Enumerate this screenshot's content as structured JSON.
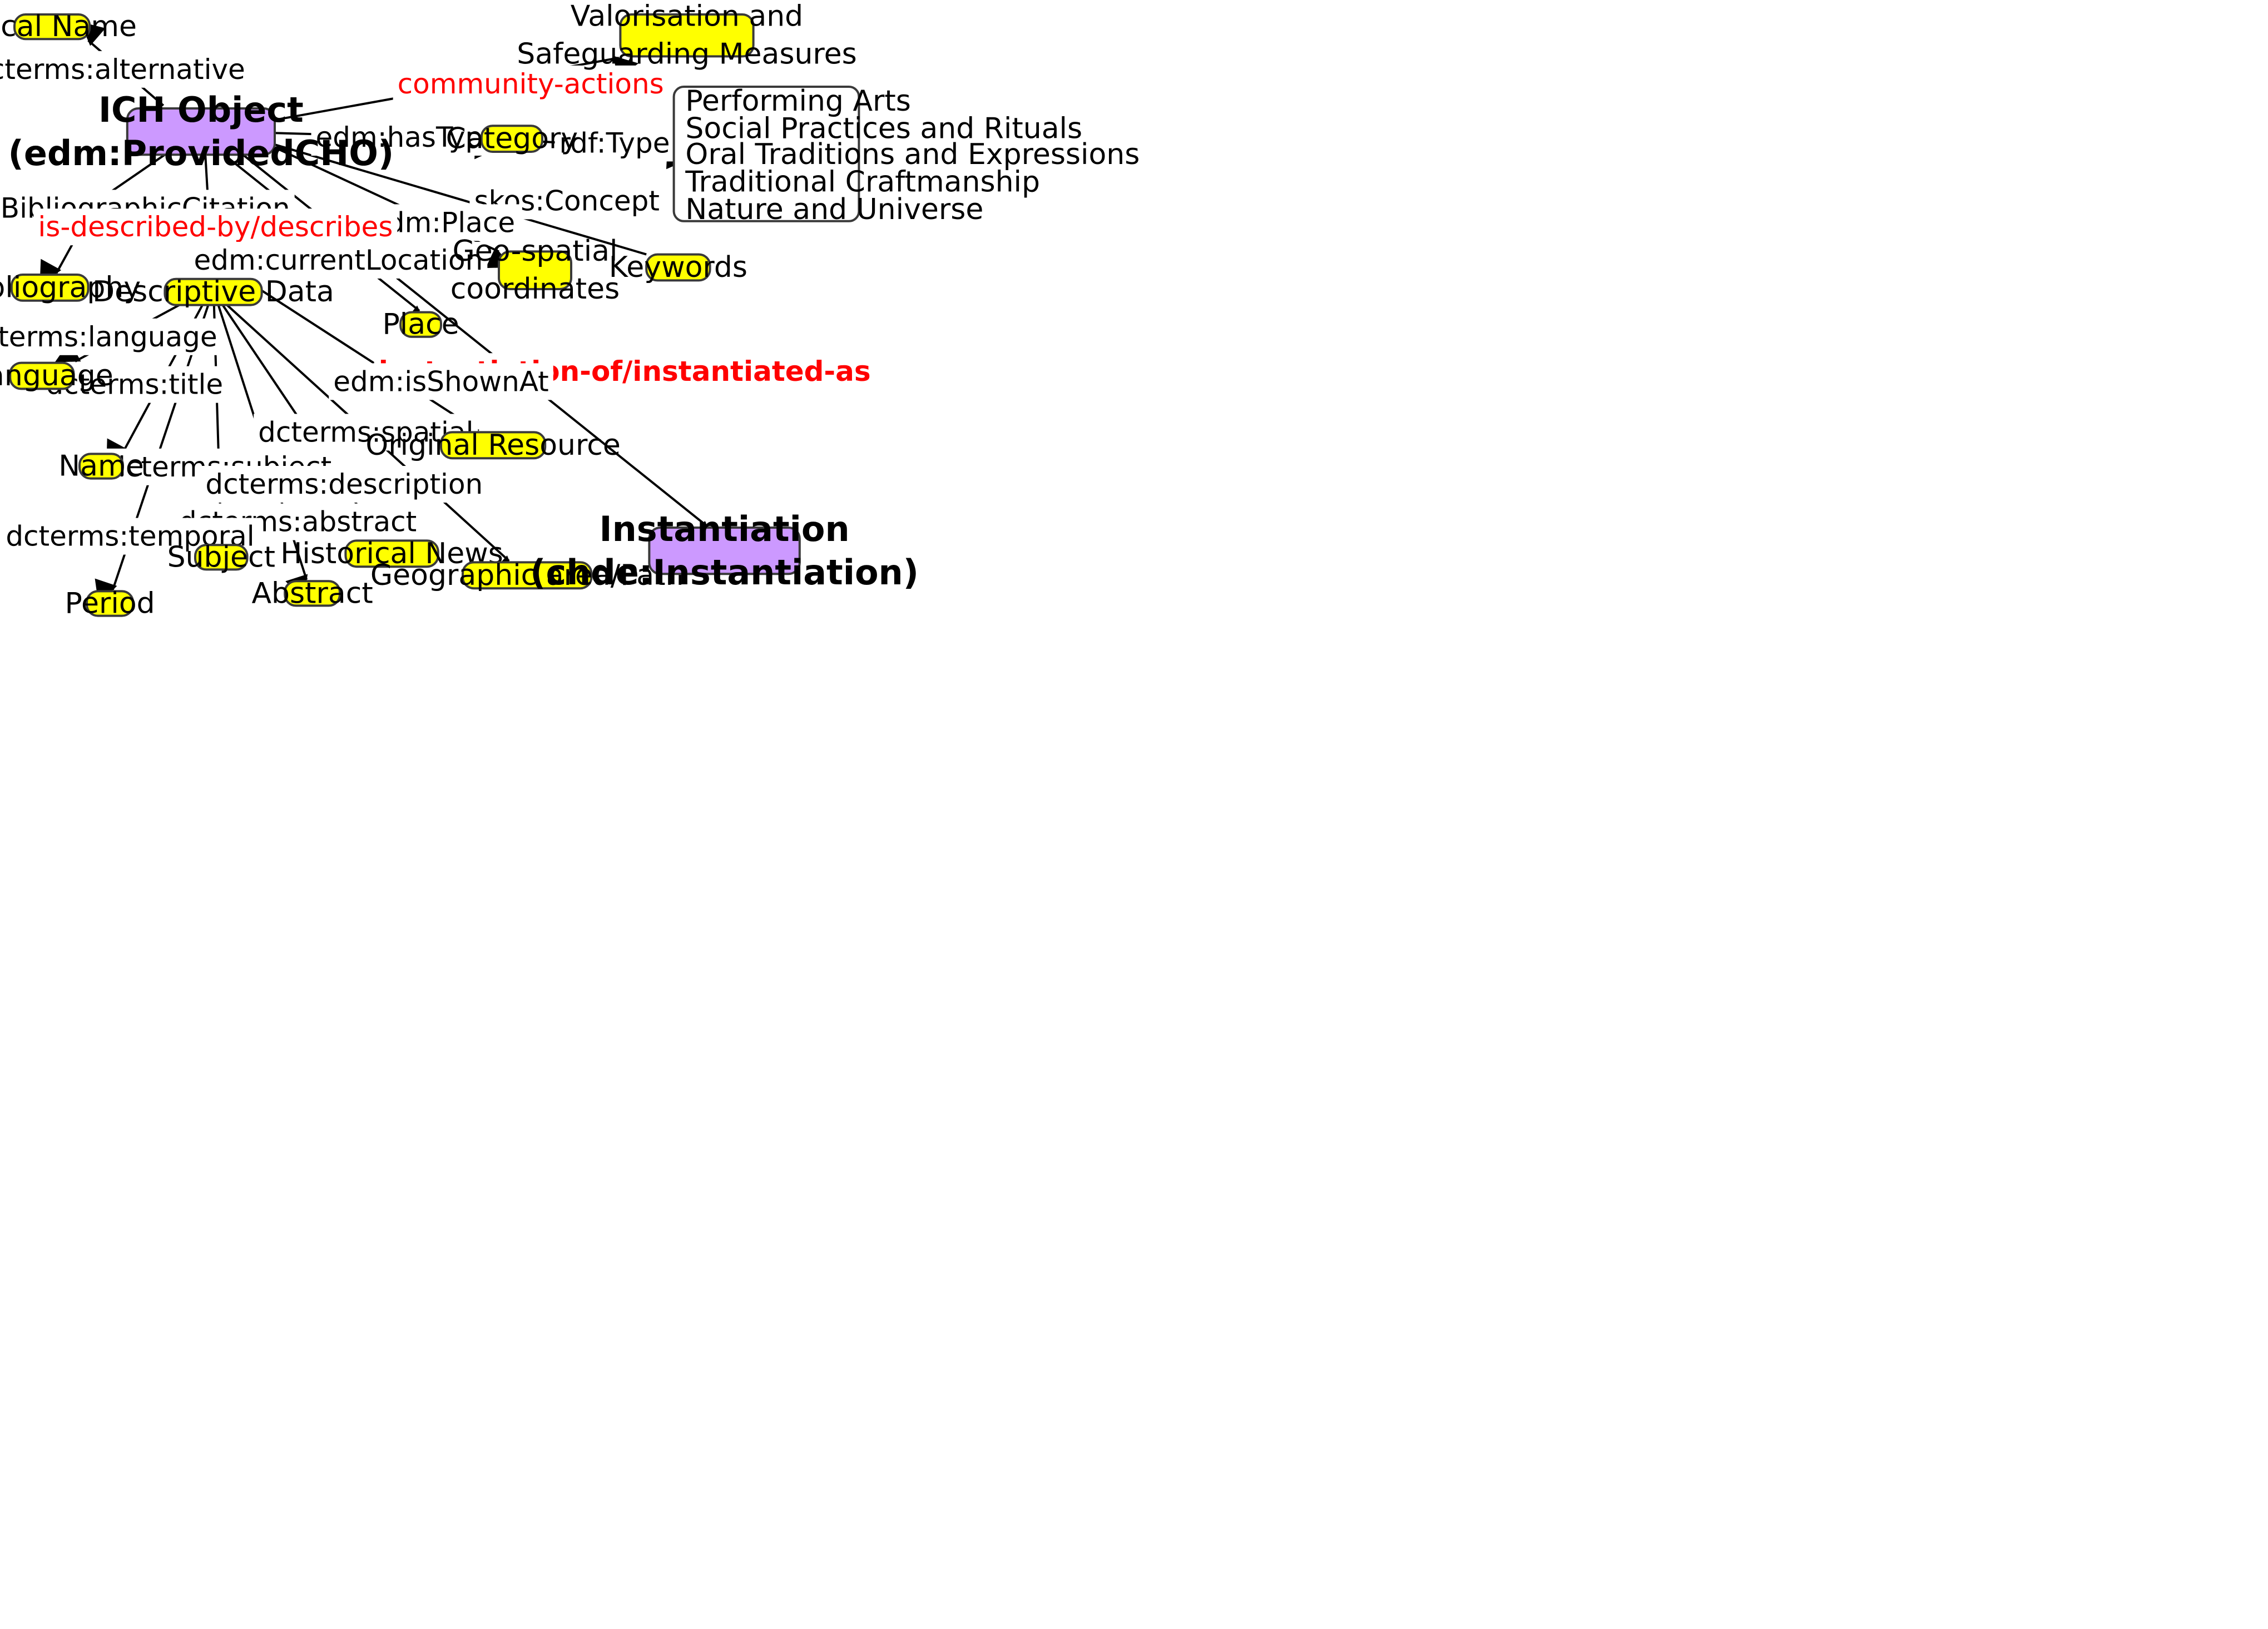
{
  "nodes": {
    "ich_object": [
      "ICH Object",
      "(edm:ProvidedCHO)"
    ],
    "local_name": [
      "Local Name"
    ],
    "valorisation": [
      "Valorisation and",
      "Safeguarding Measures"
    ],
    "category": [
      "Category"
    ],
    "bibliography": [
      "Bibliography"
    ],
    "descriptive_data": [
      "Descriptive Data"
    ],
    "geo_spatial": [
      "Geo-spatial",
      "coordinates"
    ],
    "keywords": [
      "Keywords"
    ],
    "place": [
      "Place"
    ],
    "language": [
      "Language"
    ],
    "name": [
      "Name"
    ],
    "original_resource": [
      "Original Resource"
    ],
    "subject": [
      "Subject"
    ],
    "historical_news": [
      "Historical News"
    ],
    "geographic_area": [
      "Geographic area/Path"
    ],
    "period": [
      "Period"
    ],
    "abstract": [
      "Abstract"
    ],
    "instantiation": [
      "Instantiation",
      "(chde:Instantiation)"
    ]
  },
  "type_list": [
    "Performing Arts",
    "Social Practices and Rituals",
    "Oral Traditions and Expressions",
    "Traditional Craftmanship",
    "Nature and Universe"
  ],
  "edges": {
    "alternative": "dcterms:alternative",
    "community_actions": "community-actions",
    "has_type": "edm:hasType",
    "rdf_type": "rdf:Type",
    "skos_concept": "skos:Concept",
    "edm_place": "edm:Place",
    "bibliographic_citation": "dcterms:BibliographicCitation",
    "is_described_by": "is-described-by/describes",
    "current_location": "edm:currentLocation",
    "instantiation_of": "instantiation-of/instantiated-as",
    "language": "dcterms:language",
    "title": "dcterms:title",
    "is_shown_at": "edm:isShownAt",
    "spatial": "dcterms:spatial",
    "subject": "dcterms:subject",
    "description": "dcterms:description",
    "abstract": "dcterms:abstract",
    "temporal": "dcterms:temporal"
  },
  "colors": {
    "concept_fill": "#ffff00",
    "class_fill": "#cc99ff",
    "emphasis_label": "#ff0000"
  }
}
